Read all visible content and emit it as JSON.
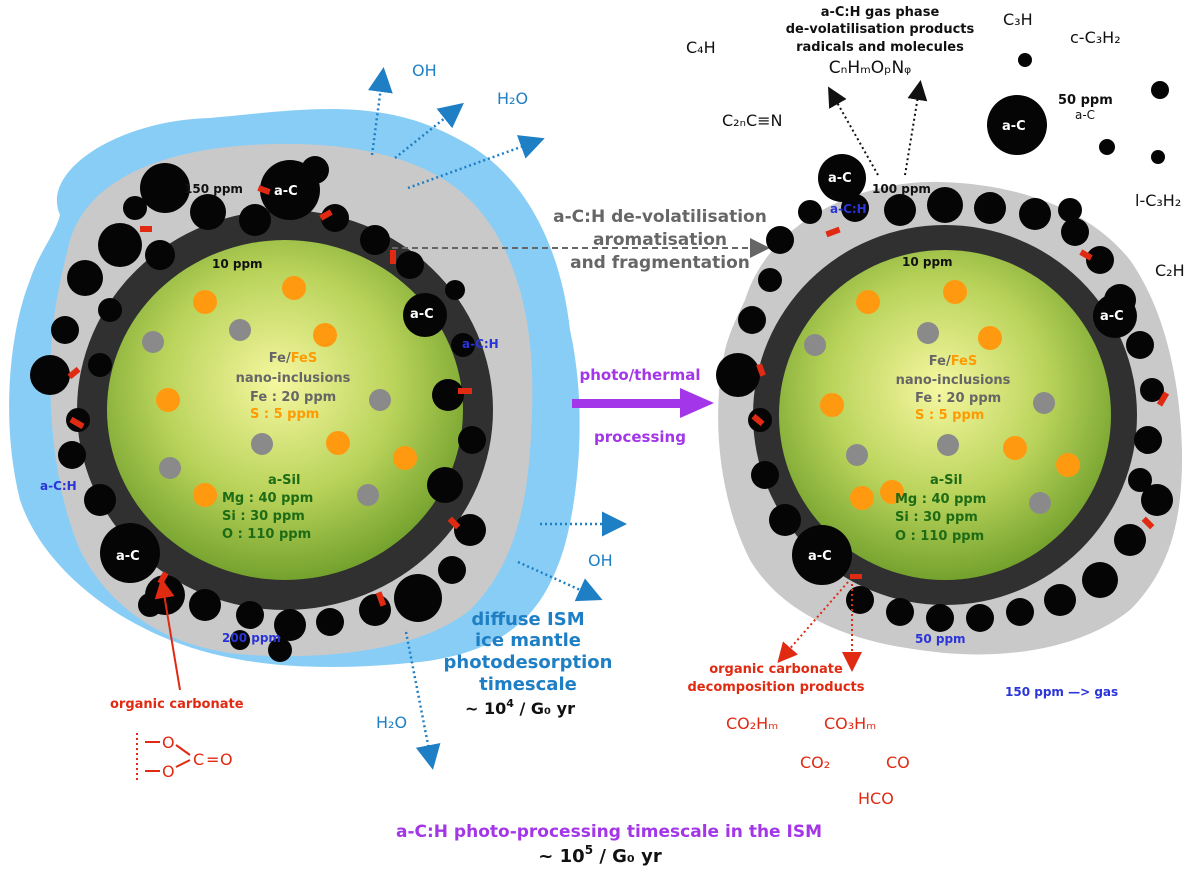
{
  "colors": {
    "ice": "#88cdf6",
    "mantle": "#c9c9c9",
    "carbon": "#050505",
    "core_center": "#f6f7a0",
    "core_edge": "#7fae2e",
    "iron": "#8a8a8a",
    "fes": "#ff9a10",
    "carbonate": "#e02a12",
    "water_arrow": "#1f7fc4",
    "process_arrow": "#a236e8",
    "devol_arrow": "#666666"
  },
  "left_grain": {
    "outgas_top_1": "OH",
    "outgas_top_2": "H₂O",
    "outgas_bottom_1": "OH",
    "outgas_bottom_2": "H₂O",
    "ppm_150": "150 ppm",
    "ppm_10": "10 ppm",
    "ppm_200": "200 ppm",
    "ac_label_top": "a-C",
    "ac_label_right": "a-C",
    "ac_label_bottom": "a-C",
    "ach_label_right": "a-C:H",
    "ach_label_left": "a-C:H",
    "inclusions_title_fe": "Fe",
    "inclusions_slash": "/",
    "inclusions_title_fes": "FeS",
    "inclusions_line2": "nano-inclusions",
    "inclusions_fe": "Fe : 20 ppm",
    "inclusions_s": "S   : 5 ppm",
    "sil_title": "a-Sil",
    "sil_mg": "Mg :  40 ppm",
    "sil_si": "Si  :   30 ppm",
    "sil_o": "O   : 110 ppm",
    "organic_carbonate": "organic carbonate",
    "formula_o1": "O",
    "formula_o2": "O",
    "formula_c": "C",
    "formula_eq": "=",
    "formula_o3": "O"
  },
  "middle": {
    "devol_line1": "a-C:H de-volatilisation",
    "devol_line2": "aromatisation",
    "devol_line3": "and fragmentation",
    "process_line1": "photo/thermal",
    "process_line2": "processing",
    "ism_line1": "diffuse ISM",
    "ism_line2": "ice mantle",
    "ism_line3": "photodesorption",
    "ism_line4": "timescale",
    "ism_time_prefix": "~ 10",
    "ism_time_exp": "4",
    "ism_time_suffix": " / G₀ yr"
  },
  "right_grain": {
    "gas_title_1": "a-C:H gas phase",
    "gas_title_2": "de-volatilisation products",
    "gas_title_3": "radicals and molecules",
    "gas_formula": "CₙHₘOₚNᵩ",
    "mol_c4h": "C₄H",
    "mol_c3h": "C₃H",
    "mol_c_c3h2": "c-C₃H₂",
    "mol_c2nc": "C₂ₙC≡N",
    "mol_l_c3h2": "l-C₃H₂",
    "mol_c2h": "C₂H",
    "ppm_50_top": "50 ppm",
    "ac_small": "a-C",
    "ac_big": "a-C",
    "ac_upper": "a-C",
    "ach_upper": "a-C:H",
    "ac_right": "a-C",
    "ac_bottom": "a-C",
    "ppm_100": "100 ppm",
    "ppm_10": "10 ppm",
    "ppm_50_bottom": "50 ppm",
    "ppm_to_gas": "150 ppm —> gas",
    "inclusions_title_fe": "Fe",
    "inclusions_slash": "/",
    "inclusions_title_fes": "FeS",
    "inclusions_line2": "nano-inclusions",
    "inclusions_fe": "Fe : 20 ppm",
    "inclusions_s": "S   : 5 ppm",
    "sil_title": "a-Sil",
    "sil_mg": "Mg :  40 ppm",
    "sil_si": "Si  :   30 ppm",
    "sil_o": "O   : 110 ppm",
    "carbonate_line1": "organic carbonate",
    "carbonate_line2": "decomposition products",
    "prod_co2hm": "CO₂Hₘ",
    "prod_co3hm": "CO₃Hₘ",
    "prod_co2": "CO₂",
    "prod_co": "CO",
    "prod_hco": "HCO"
  },
  "footer": {
    "title": "a-C:H photo-processing timescale in the ISM",
    "time_prefix": "~ 10",
    "time_exp": "5",
    "time_suffix": " / G₀  yr"
  }
}
